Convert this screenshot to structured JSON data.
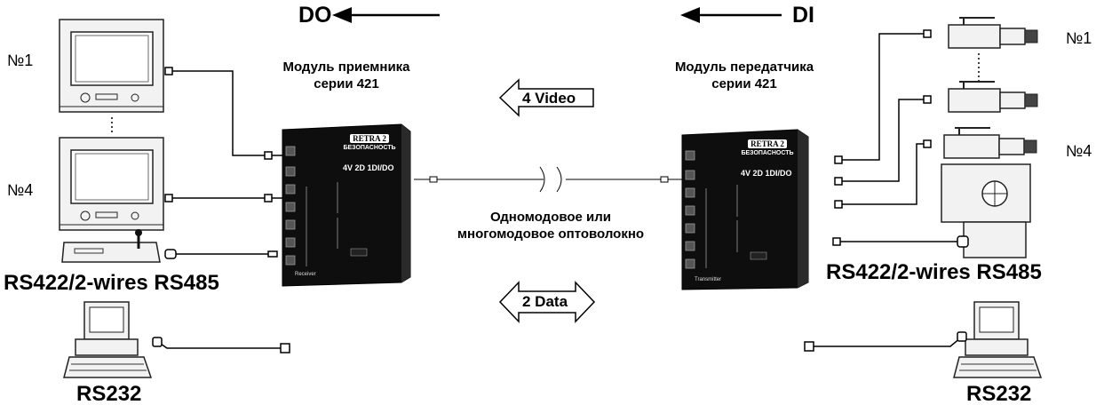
{
  "top": {
    "do_label": "DO",
    "di_label": "DI"
  },
  "receiver": {
    "title_line1": "Модуль приемника",
    "title_line2": "серии 421",
    "brand": "RETRA 2",
    "subbrand": "БЕЗОПАСНОСТЬ",
    "ports": "4V 2D 1DI/DO",
    "device_name": "Receiver"
  },
  "transmitter": {
    "title_line1": "Модуль передатчика",
    "title_line2": "серии 421",
    "brand": "RETRA 2",
    "subbrand": "БЕЗОПАСНОСТЬ",
    "ports": "4V 2D 1DI/DO",
    "device_name": "Transmitter"
  },
  "center": {
    "video_label": "4 Video",
    "data_label": "2 Data",
    "fiber_line1": "Одномодовое или",
    "fiber_line2": "многомодовое оптоволокно"
  },
  "left": {
    "monitor1": "№1",
    "monitor4": "№4",
    "serial_label": "RS422/2-wires RS485",
    "pc_label": "RS232"
  },
  "right": {
    "camera1": "№1",
    "camera4": "№4",
    "serial_label": "RS422/2-wires RS485",
    "pc_label": "RS232"
  },
  "colors": {
    "device_body": "#111111",
    "line": "#000000",
    "equipment_outline": "#222222",
    "equipment_fill": "#f2f2f2"
  }
}
